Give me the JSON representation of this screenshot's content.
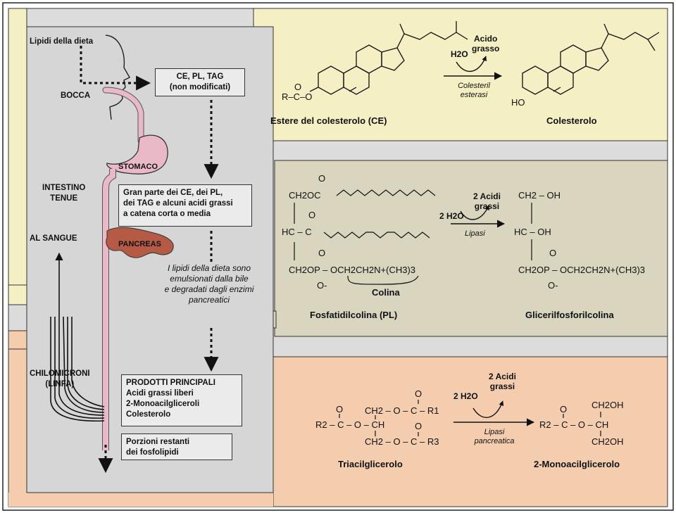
{
  "colors": {
    "yellow_panel": "#f4f0c4",
    "khaki_panel": "#d9d5bf",
    "peach_panel": "#f4cdae",
    "gray_panel": "#d7d6d6",
    "intestine": "#e9b9c7",
    "pancreas": "#b55a45",
    "stomach": "#e9b9c7"
  },
  "labels": {
    "lipidi_dieta": "Lipidi della dieta",
    "bocca": "BOCCA",
    "stomaco": "STOMACO",
    "intestino_1": "INTESTINO",
    "intestino_2": "TENUE",
    "al_sangue": "AL SANGUE",
    "pancreas": "PANCREAS",
    "chilomicroni_1": "CHILOMICRONI",
    "chilomicroni_2": "(LINFA)",
    "note_1": "I lipidi della dieta sono",
    "note_2": "emulsionati dalla bile",
    "note_3": "e degradati dagli enzimi",
    "note_4": "pancreatici"
  },
  "boxes": {
    "unmodified": [
      "CE, PL, TAG",
      "(non modificati)"
    ],
    "most": [
      "Gran parte dei CE, dei PL,",
      "dei TAG e alcuni acidi grassi",
      "a catena corta o media"
    ],
    "products": [
      "PRODOTTI PRINCIPALI",
      "Acidi grassi liberi",
      "2-Monoacilgliceroli",
      "Colesterolo"
    ],
    "remaining": [
      "Porzioni restanti",
      "dei fosfolipidi"
    ]
  },
  "reaction_ce": {
    "water": "H2O",
    "product_top_1": "Acido",
    "product_top_2": "grasso",
    "enzyme_1": "Colesteril",
    "enzyme_2": "esterasi",
    "substrate_group": "R–C–O",
    "carbonyl": "O",
    "product_group": "HO",
    "substrate_name": "Estere del colesterolo (CE)",
    "product_name": "Colesterolo"
  },
  "reaction_pl": {
    "water": "2 H2O",
    "product_top_1": "2 Acidi",
    "product_top_2": "grassi",
    "enzyme": "Lipasi",
    "row1": "CH2OC",
    "row2": "HC – C",
    "row3": "CH2OP – OCH2CH2N+(CH3)3",
    "o_top1": "O",
    "o_top2": "O",
    "o_p": "O",
    "o_minus": "O-",
    "colina": "Colina",
    "prod_row1": "CH2 – OH",
    "prod_row2": "HC – OH",
    "prod_row3": "CH2OP – OCH2CH2N+(CH3)3",
    "prod_o_p": "O",
    "prod_o_minus": "O-",
    "substrate_name": "Fosfatidilcolina (PL)",
    "product_name": "Glicerilfosforilcolina"
  },
  "reaction_tag": {
    "water": "2 H2O",
    "product_top_1": "2 Acidi",
    "product_top_2": "grassi",
    "enzyme_1": "Lipasi",
    "enzyme_2": "pancreatica",
    "left_group": "R2 – C – O – CH",
    "top_chain": "CH2 – O – C – R1",
    "bottom_chain": "CH2 – O – C – R3",
    "o1": "O",
    "o2": "O",
    "o3": "O",
    "prod_left": "R2 – C – O – CH",
    "prod_top": "CH2OH",
    "prod_bottom": "CH2OH",
    "prod_o": "O",
    "substrate_name": "Triacilglicerolo",
    "product_name": "2-Monoacilglicerolo"
  }
}
